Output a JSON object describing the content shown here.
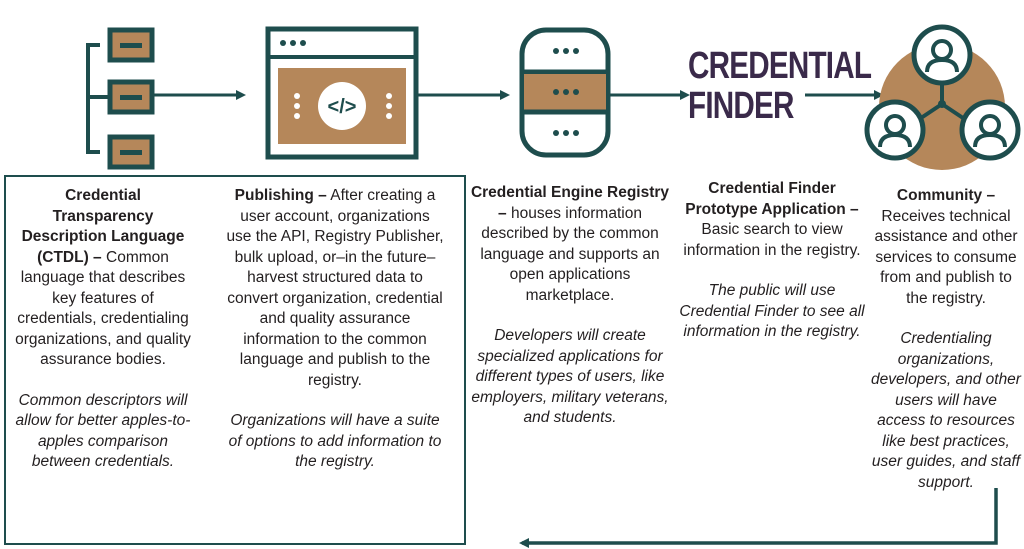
{
  "logo": {
    "line1": "CREDENTIAL",
    "line2": "FINDER"
  },
  "columns": [
    {
      "title": "Credential Transparency Description Language (CTDL) –",
      "desc": "Common language that describes key features of credentials, credentialing organizations, and quality assurance bodies.",
      "note": "Common descriptors will allow for better apples-to-apples comparison between credentials."
    },
    {
      "title": "Publishing –",
      "desc": "After creating a user account, organizations use the API, Registry Publisher, bulk upload, or–in the future–harvest structured data to convert organization, credential and quality assurance information to the common language and publish to the registry.",
      "note": "Organizations will have a suite of options to add information to the registry."
    },
    {
      "title": "Credential Engine Registry –",
      "desc": "houses information described by the common language and supports an open applications marketplace.",
      "note": "Developers will create specialized applications for different types of users, like employers, military veterans, and students."
    },
    {
      "title": "Credential Finder Prototype Application –",
      "desc": "Basic search to view information in the registry.",
      "note": "The public will use Credential Finder to see all information in the registry."
    },
    {
      "title": "Community –",
      "desc": "Receives technical assistance and other services to consume from and publish to the registry.",
      "note": "Credentialing organizations, developers, and other users will have access to resources like best practices, user guides, and staff support."
    }
  ],
  "colors": {
    "teal": "#1e4d4d",
    "tan": "#b5875a",
    "purple": "#3a2a4a"
  },
  "icons": [
    "ctdl-stack-icon",
    "code-window-icon",
    "database-icon",
    "community-icon"
  ]
}
